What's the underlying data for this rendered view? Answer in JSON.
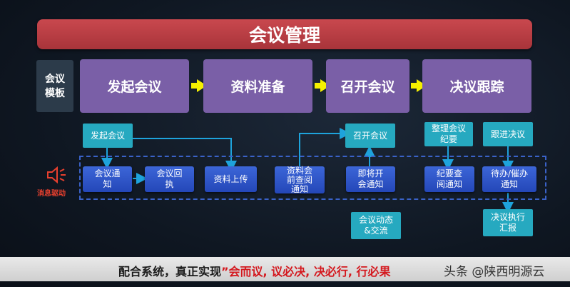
{
  "title": "会议管理",
  "template_label_line1": "会议",
  "template_label_line2": "模板",
  "phases": [
    "发起会议",
    "资料准备",
    "召开会议",
    "决议跟踪"
  ],
  "triggers": {
    "start": "发起会议",
    "open": "召开会议",
    "organize_line1": "整理会议",
    "organize_line2": "纪要",
    "follow": "跟进决议"
  },
  "messages": {
    "notice_line1": "会议通",
    "notice_line2": "知",
    "receipt_line1": "会议回",
    "receipt_line2": "执",
    "upload": "资料上传",
    "pre_line1": "资料会",
    "pre_line2": "前查阅",
    "pre_line3": "通知",
    "upcoming_line1": "即将开",
    "upcoming_line2": "会通知",
    "minutes_line1": "纪要查",
    "minutes_line2": "阅通知",
    "todo_line1": "待办/催办",
    "todo_line2": "通知"
  },
  "dynamic_line1": "会议动态",
  "dynamic_line2": "&交流",
  "resolution_line1": "决议执行",
  "resolution_line2": "汇报",
  "msg_driver_label": "消息驱动",
  "bottom_prefix": "配合系统，真正实现",
  "bottom_highlight": "”会而议, 议必决, 决必行, 行必果",
  "watermark": "头条 @陕西明源云",
  "colors": {
    "title_red": "#b83c42",
    "phase_purple": "#7a5fa7",
    "arrow_yellow": "#f5f000",
    "trigger_teal": "#26a9c0",
    "message_blue": "#2f55c8",
    "connector_cyan": "#1ea3dc",
    "highlight_red": "#d4181e"
  },
  "icons": {
    "speaker": "speaker-icon",
    "arrow": "arrow-right-icon"
  }
}
